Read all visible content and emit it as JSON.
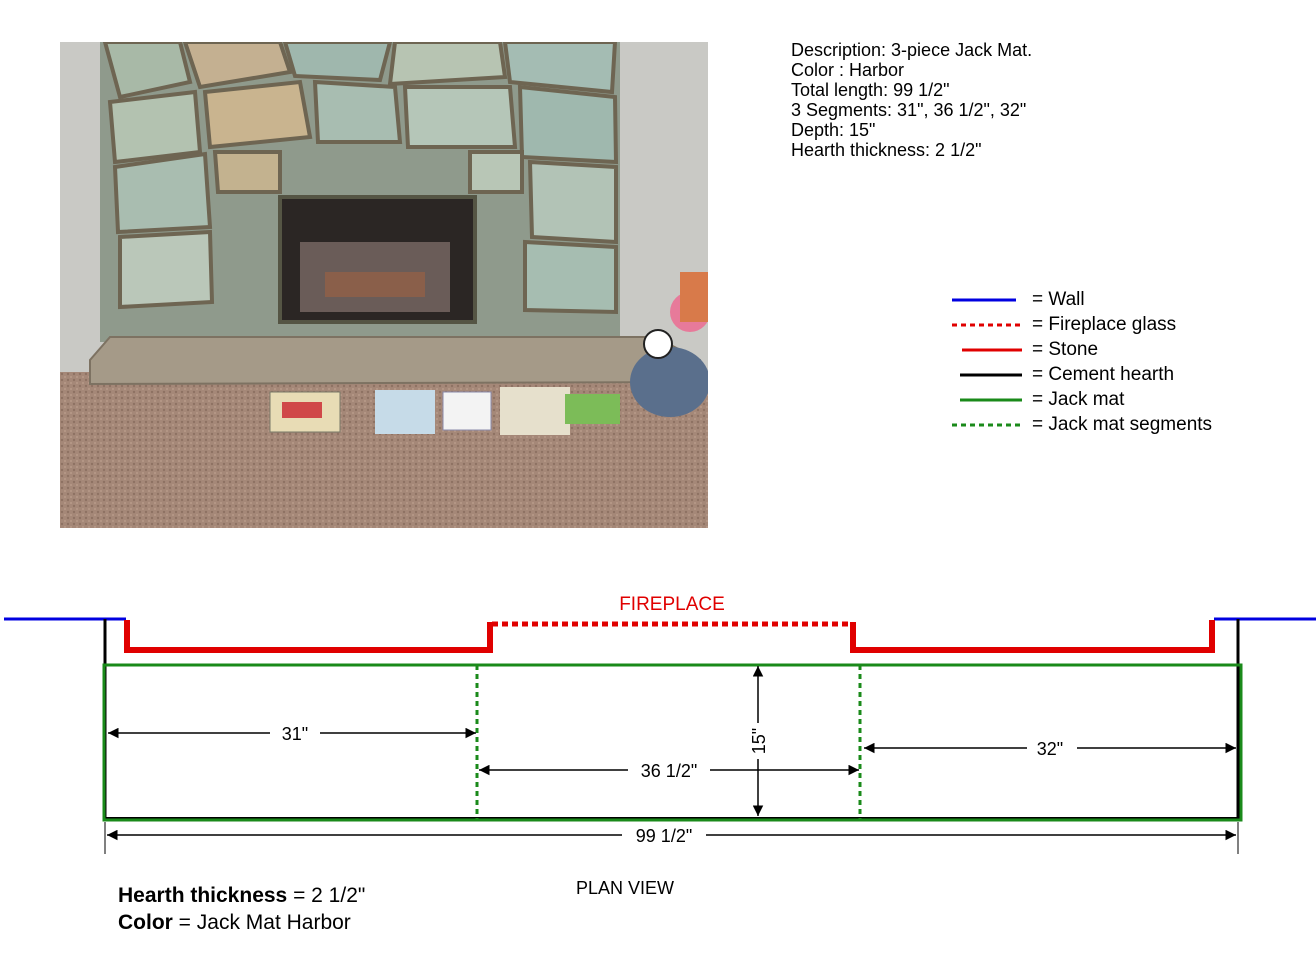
{
  "description": {
    "lines": [
      "Description: 3-piece Jack Mat.",
      "Color : Harbor",
      "Total length: 99 1/2\"",
      "3 Segments: 31\", 36 1/2\", 32\"",
      "Depth: 15\"",
      "Hearth thickness: 2 1/2\""
    ]
  },
  "legend": {
    "items": [
      {
        "label": "= Wall",
        "color": "#0000e0",
        "style": "solid"
      },
      {
        "label": "= Fireplace glass",
        "color": "#e00000",
        "style": "dashed"
      },
      {
        "label": "= Stone",
        "color": "#e00000",
        "style": "solid"
      },
      {
        "label": "= Cement hearth",
        "color": "#000000",
        "style": "solid"
      },
      {
        "label": "= Jack mat",
        "color": "#1a8a1a",
        "style": "solid"
      },
      {
        "label": "= Jack mat segments",
        "color": "#1a8a1a",
        "style": "dashed"
      }
    ]
  },
  "plan": {
    "fireplace_label": "FIREPLACE",
    "dim_31": "31\"",
    "dim_36": "36 1/2\"",
    "dim_32": "32\"",
    "dim_15": "15\"",
    "dim_total": "99 1/2\"",
    "plan_view": "PLAN VIEW"
  },
  "notes": {
    "thickness_label": "Hearth thickness",
    "thickness_value": " = 2 1/2\"",
    "color_label": "Color",
    "color_value": " = Jack Mat Harbor"
  }
}
